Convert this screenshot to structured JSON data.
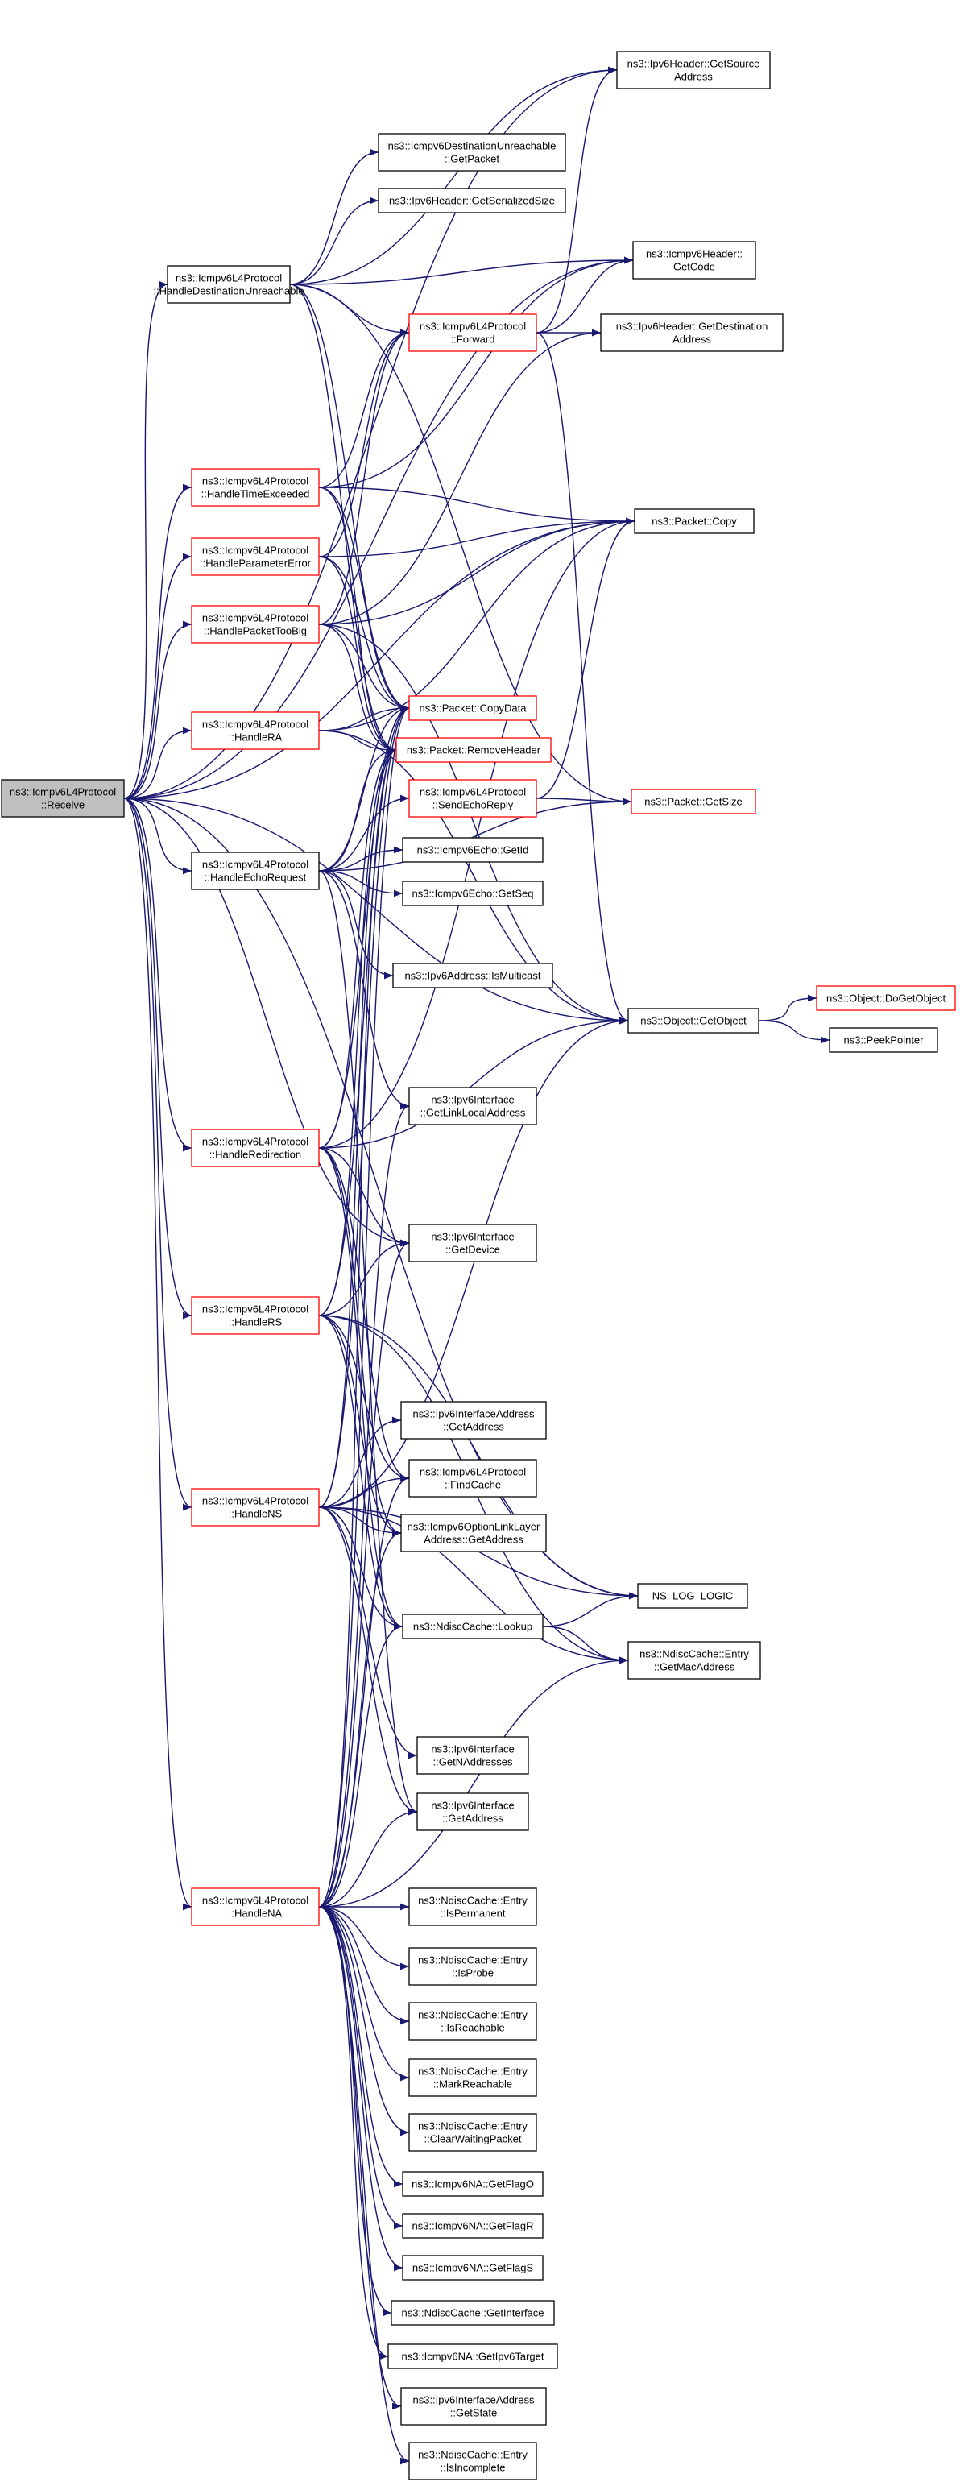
{
  "colors": {
    "edge": "#191970",
    "red_border": "#ff0000",
    "black_border": "#000000",
    "root_fill": "#bfbfbf",
    "background": "#ffffff"
  },
  "nodes": [
    {
      "id": "receive",
      "lines": [
        "ns3::Icmpv6L4Protocol",
        "::Receive"
      ],
      "style": "root"
    },
    {
      "id": "handleDestUnreach",
      "lines": [
        "ns3::Icmpv6L4Protocol",
        "::HandleDestinationUnreachable"
      ],
      "style": "black"
    },
    {
      "id": "handleTimeExceeded",
      "lines": [
        "ns3::Icmpv6L4Protocol",
        "::HandleTimeExceeded"
      ],
      "style": "red"
    },
    {
      "id": "handleParamError",
      "lines": [
        "ns3::Icmpv6L4Protocol",
        "::HandleParameterError"
      ],
      "style": "red"
    },
    {
      "id": "handlePacketTooBig",
      "lines": [
        "ns3::Icmpv6L4Protocol",
        "::HandlePacketTooBig"
      ],
      "style": "red"
    },
    {
      "id": "handleRA",
      "lines": [
        "ns3::Icmpv6L4Protocol",
        "::HandleRA"
      ],
      "style": "red"
    },
    {
      "id": "handleEchoRequest",
      "lines": [
        "ns3::Icmpv6L4Protocol",
        "::HandleEchoRequest"
      ],
      "style": "black"
    },
    {
      "id": "handleRedirection",
      "lines": [
        "ns3::Icmpv6L4Protocol",
        "::HandleRedirection"
      ],
      "style": "red"
    },
    {
      "id": "handleRS",
      "lines": [
        "ns3::Icmpv6L4Protocol",
        "::HandleRS"
      ],
      "style": "red"
    },
    {
      "id": "handleNS",
      "lines": [
        "ns3::Icmpv6L4Protocol",
        "::HandleNS"
      ],
      "style": "red"
    },
    {
      "id": "handleNA",
      "lines": [
        "ns3::Icmpv6L4Protocol",
        "::HandleNA"
      ],
      "style": "red"
    },
    {
      "id": "destUnreachGetPacket",
      "lines": [
        "ns3::Icmpv6DestinationUnreachable",
        "::GetPacket"
      ],
      "style": "black"
    },
    {
      "id": "ipv6HeaderGetSerSize",
      "lines": [
        "ns3::Ipv6Header::GetSerializedSize"
      ],
      "style": "black"
    },
    {
      "id": "forward",
      "lines": [
        "ns3::Icmpv6L4Protocol",
        "::Forward"
      ],
      "style": "red"
    },
    {
      "id": "packetCopyData",
      "lines": [
        "ns3::Packet::CopyData"
      ],
      "style": "red"
    },
    {
      "id": "packetRemoveHeader",
      "lines": [
        "ns3::Packet::RemoveHeader"
      ],
      "style": "red"
    },
    {
      "id": "sendEchoReply",
      "lines": [
        "ns3::Icmpv6L4Protocol",
        "::SendEchoReply"
      ],
      "style": "red"
    },
    {
      "id": "echoGetId",
      "lines": [
        "ns3::Icmpv6Echo::GetId"
      ],
      "style": "black"
    },
    {
      "id": "echoGetSeq",
      "lines": [
        "ns3::Icmpv6Echo::GetSeq"
      ],
      "style": "black"
    },
    {
      "id": "ipv6AddrIsMulticast",
      "lines": [
        "ns3::Ipv6Address::IsMulticast"
      ],
      "style": "black"
    },
    {
      "id": "ipv6IfGetLinkLocal",
      "lines": [
        "ns3::Ipv6Interface",
        "::GetLinkLocalAddress"
      ],
      "style": "black"
    },
    {
      "id": "ipv6IfGetDevice",
      "lines": [
        "ns3::Ipv6Interface",
        "::GetDevice"
      ],
      "style": "black"
    },
    {
      "id": "ipv6IfAddrGetAddress",
      "lines": [
        "ns3::Ipv6InterfaceAddress",
        "::GetAddress"
      ],
      "style": "black"
    },
    {
      "id": "findCache",
      "lines": [
        "ns3::Icmpv6L4Protocol",
        "::FindCache"
      ],
      "style": "black"
    },
    {
      "id": "optLinkLayerGetAddr",
      "lines": [
        "ns3::Icmpv6OptionLinkLayer",
        "Address::GetAddress"
      ],
      "style": "black"
    },
    {
      "id": "ndiscLookup",
      "lines": [
        "ns3::NdiscCache::Lookup"
      ],
      "style": "black"
    },
    {
      "id": "ipv6IfGetNAddresses",
      "lines": [
        "ns3::Ipv6Interface",
        "::GetNAddresses"
      ],
      "style": "black"
    },
    {
      "id": "ipv6IfGetAddress",
      "lines": [
        "ns3::Ipv6Interface",
        "::GetAddress"
      ],
      "style": "black"
    },
    {
      "id": "entryIsPermanent",
      "lines": [
        "ns3::NdiscCache::Entry",
        "::IsPermanent"
      ],
      "style": "black"
    },
    {
      "id": "entryIsProbe",
      "lines": [
        "ns3::NdiscCache::Entry",
        "::IsProbe"
      ],
      "style": "black"
    },
    {
      "id": "entryIsReachable",
      "lines": [
        "ns3::NdiscCache::Entry",
        "::IsReachable"
      ],
      "style": "black"
    },
    {
      "id": "entryMarkReachable",
      "lines": [
        "ns3::NdiscCache::Entry",
        "::MarkReachable"
      ],
      "style": "black"
    },
    {
      "id": "entryClearWaiting",
      "lines": [
        "ns3::NdiscCache::Entry",
        "::ClearWaitingPacket"
      ],
      "style": "black"
    },
    {
      "id": "naGetFlagO",
      "lines": [
        "ns3::Icmpv6NA::GetFlagO"
      ],
      "style": "black"
    },
    {
      "id": "naGetFlagR",
      "lines": [
        "ns3::Icmpv6NA::GetFlagR"
      ],
      "style": "black"
    },
    {
      "id": "naGetFlagS",
      "lines": [
        "ns3::Icmpv6NA::GetFlagS"
      ],
      "style": "black"
    },
    {
      "id": "ndiscGetInterface",
      "lines": [
        "ns3::NdiscCache::GetInterface"
      ],
      "style": "black"
    },
    {
      "id": "naGetIpv6Target",
      "lines": [
        "ns3::Icmpv6NA::GetIpv6Target"
      ],
      "style": "black"
    },
    {
      "id": "ipv6IfAddrGetState",
      "lines": [
        "ns3::Ipv6InterfaceAddress",
        "::GetState"
      ],
      "style": "black"
    },
    {
      "id": "entryIsIncomplete",
      "lines": [
        "ns3::NdiscCache::Entry",
        "::IsIncomplete"
      ],
      "style": "black"
    },
    {
      "id": "ipv6HeaderGetSource",
      "lines": [
        "ns3::Ipv6Header::GetSource",
        "Address"
      ],
      "style": "black"
    },
    {
      "id": "icmpv6HeaderGetCode",
      "lines": [
        "ns3::Icmpv6Header::",
        "GetCode"
      ],
      "style": "black"
    },
    {
      "id": "ipv6HeaderGetDest",
      "lines": [
        "ns3::Ipv6Header::GetDestination",
        "Address"
      ],
      "style": "black"
    },
    {
      "id": "packetCopy",
      "lines": [
        "ns3::Packet::Copy"
      ],
      "style": "black"
    },
    {
      "id": "packetGetSize",
      "lines": [
        "ns3::Packet::GetSize"
      ],
      "style": "red"
    },
    {
      "id": "objectGetObject",
      "lines": [
        "ns3::Object::GetObject"
      ],
      "style": "black"
    },
    {
      "id": "nsLogLogic",
      "lines": [
        "NS_LOG_LOGIC"
      ],
      "style": "black"
    },
    {
      "id": "entryGetMacAddress",
      "lines": [
        "ns3::NdiscCache::Entry",
        "::GetMacAddress"
      ],
      "style": "black"
    },
    {
      "id": "objectDoGetObject",
      "lines": [
        "ns3::Object::DoGetObject"
      ],
      "style": "red"
    },
    {
      "id": "peekPointer",
      "lines": [
        "ns3::PeekPointer"
      ],
      "style": "black"
    }
  ],
  "edges": [
    [
      "receive",
      "handleDestUnreach"
    ],
    [
      "receive",
      "handleTimeExceeded"
    ],
    [
      "receive",
      "handleParamError"
    ],
    [
      "receive",
      "handlePacketTooBig"
    ],
    [
      "receive",
      "handleRA"
    ],
    [
      "receive",
      "handleEchoRequest"
    ],
    [
      "receive",
      "handleRedirection"
    ],
    [
      "receive",
      "handleRS"
    ],
    [
      "receive",
      "handleNS"
    ],
    [
      "receive",
      "handleNA"
    ],
    [
      "receive",
      "ipv6HeaderGetSource"
    ],
    [
      "receive",
      "icmpv6HeaderGetCode"
    ],
    [
      "receive",
      "packetCopy"
    ],
    [
      "receive",
      "objectGetObject"
    ],
    [
      "receive",
      "nsLogLogic"
    ],
    [
      "receive",
      "ipv6IfGetDevice"
    ],
    [
      "handleDestUnreach",
      "destUnreachGetPacket"
    ],
    [
      "handleDestUnreach",
      "ipv6HeaderGetSerSize"
    ],
    [
      "handleDestUnreach",
      "forward"
    ],
    [
      "handleDestUnreach",
      "packetCopyData"
    ],
    [
      "handleDestUnreach",
      "packetRemoveHeader"
    ],
    [
      "handleDestUnreach",
      "icmpv6HeaderGetCode"
    ],
    [
      "handleDestUnreach",
      "packetGetSize"
    ],
    [
      "handleDestUnreach",
      "ipv6HeaderGetSource"
    ],
    [
      "handleTimeExceeded",
      "forward"
    ],
    [
      "handleTimeExceeded",
      "packetCopy"
    ],
    [
      "handleTimeExceeded",
      "packetCopyData"
    ],
    [
      "handleTimeExceeded",
      "packetRemoveHeader"
    ],
    [
      "handleTimeExceeded",
      "icmpv6HeaderGetCode"
    ],
    [
      "handleParamError",
      "forward"
    ],
    [
      "handleParamError",
      "packetCopy"
    ],
    [
      "handleParamError",
      "packetCopyData"
    ],
    [
      "handleParamError",
      "packetRemoveHeader"
    ],
    [
      "handlePacketTooBig",
      "forward"
    ],
    [
      "handlePacketTooBig",
      "packetCopy"
    ],
    [
      "handlePacketTooBig",
      "packetCopyData"
    ],
    [
      "handlePacketTooBig",
      "packetRemoveHeader"
    ],
    [
      "handlePacketTooBig",
      "ipv6HeaderGetDest"
    ],
    [
      "handlePacketTooBig",
      "objectGetObject"
    ],
    [
      "handleRA",
      "packetCopy"
    ],
    [
      "handleRA",
      "packetCopyData"
    ],
    [
      "handleRA",
      "packetRemoveHeader"
    ],
    [
      "handleRA",
      "objectGetObject"
    ],
    [
      "handleEchoRequest",
      "sendEchoReply"
    ],
    [
      "handleEchoRequest",
      "echoGetId"
    ],
    [
      "handleEchoRequest",
      "echoGetSeq"
    ],
    [
      "handleEchoRequest",
      "ipv6AddrIsMulticast"
    ],
    [
      "handleEchoRequest",
      "ipv6IfGetLinkLocal"
    ],
    [
      "handleEchoRequest",
      "packetCopyData"
    ],
    [
      "handleEchoRequest",
      "packetRemoveHeader"
    ],
    [
      "handleEchoRequest",
      "packetGetSize"
    ],
    [
      "handleEchoRequest",
      "ipv6IfGetAddress"
    ],
    [
      "handleRedirection",
      "packetCopy"
    ],
    [
      "handleRedirection",
      "packetCopyData"
    ],
    [
      "handleRedirection",
      "packetRemoveHeader"
    ],
    [
      "handleRedirection",
      "objectGetObject"
    ],
    [
      "handleRedirection",
      "ipv6IfGetDevice"
    ],
    [
      "handleRedirection",
      "ndiscLookup"
    ],
    [
      "handleRedirection",
      "findCache"
    ],
    [
      "handleRedirection",
      "optLinkLayerGetAddr"
    ],
    [
      "handleRS",
      "packetCopyData"
    ],
    [
      "handleRS",
      "packetRemoveHeader"
    ],
    [
      "handleRS",
      "ipv6IfGetDevice"
    ],
    [
      "handleRS",
      "findCache"
    ],
    [
      "handleRS",
      "optLinkLayerGetAddr"
    ],
    [
      "handleRS",
      "ndiscLookup"
    ],
    [
      "handleRS",
      "nsLogLogic"
    ],
    [
      "handleRS",
      "entryGetMacAddress"
    ],
    [
      "handleNS",
      "packetCopyData"
    ],
    [
      "handleNS",
      "packetRemoveHeader"
    ],
    [
      "handleNS",
      "ipv6IfAddrGetAddress"
    ],
    [
      "handleNS",
      "findCache"
    ],
    [
      "handleNS",
      "optLinkLayerGetAddr"
    ],
    [
      "handleNS",
      "ndiscLookup"
    ],
    [
      "handleNS",
      "nsLogLogic"
    ],
    [
      "handleNS",
      "entryGetMacAddress"
    ],
    [
      "handleNS",
      "ipv6IfGetNAddresses"
    ],
    [
      "handleNS",
      "ipv6IfGetAddress"
    ],
    [
      "handleNS",
      "objectGetObject"
    ],
    [
      "handleNA",
      "packetCopyData"
    ],
    [
      "handleNA",
      "packetRemoveHeader"
    ],
    [
      "handleNA",
      "ipv6IfGetDevice"
    ],
    [
      "handleNA",
      "ipv6IfGetLinkLocal"
    ],
    [
      "handleNA",
      "ndiscLookup"
    ],
    [
      "handleNA",
      "entryGetMacAddress"
    ],
    [
      "handleNA",
      "ipv6IfGetAddress"
    ],
    [
      "handleNA",
      "entryIsPermanent"
    ],
    [
      "handleNA",
      "entryIsProbe"
    ],
    [
      "handleNA",
      "entryIsReachable"
    ],
    [
      "handleNA",
      "entryMarkReachable"
    ],
    [
      "handleNA",
      "entryClearWaiting"
    ],
    [
      "handleNA",
      "naGetFlagO"
    ],
    [
      "handleNA",
      "naGetFlagR"
    ],
    [
      "handleNA",
      "naGetFlagS"
    ],
    [
      "handleNA",
      "ndiscGetInterface"
    ],
    [
      "handleNA",
      "naGetIpv6Target"
    ],
    [
      "handleNA",
      "ipv6IfAddrGetState"
    ],
    [
      "handleNA",
      "entryIsIncomplete"
    ],
    [
      "handleNA",
      "findCache"
    ],
    [
      "handleNA",
      "optLinkLayerGetAddr"
    ],
    [
      "forward",
      "ipv6HeaderGetSource"
    ],
    [
      "forward",
      "icmpv6HeaderGetCode"
    ],
    [
      "forward",
      "ipv6HeaderGetDest"
    ],
    [
      "forward",
      "objectGetObject"
    ],
    [
      "sendEchoReply",
      "packetCopy"
    ],
    [
      "sendEchoReply",
      "packetGetSize"
    ],
    [
      "ndiscLookup",
      "nsLogLogic"
    ],
    [
      "ndiscLookup",
      "entryGetMacAddress"
    ],
    [
      "objectGetObject",
      "objectDoGetObject"
    ],
    [
      "objectGetObject",
      "peekPointer"
    ]
  ]
}
